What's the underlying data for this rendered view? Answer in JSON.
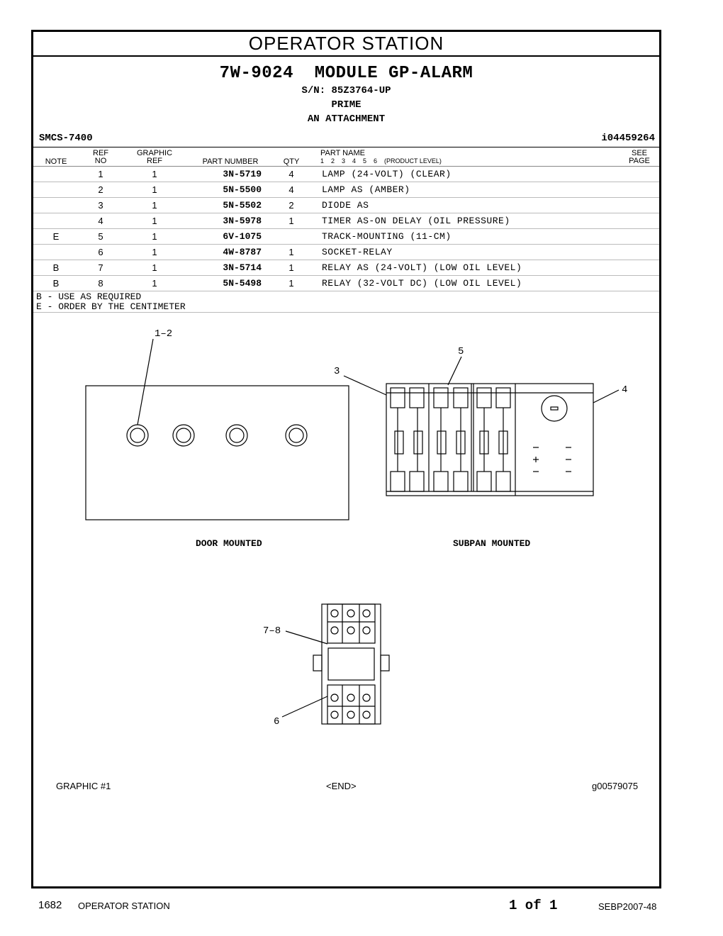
{
  "header": {
    "section_title": "OPERATOR STATION",
    "module_title": "7W-9024  MODULE GP-ALARM",
    "serial": "S/N: 85Z3764-UP",
    "prime": "PRIME",
    "attachment": "AN ATTACHMENT",
    "smcs": "SMCS-7400",
    "ident": "i04459264"
  },
  "table": {
    "col_note": "NOTE",
    "col_ref_top": "REF",
    "col_ref_bottom": "NO",
    "col_graphic_top": "GRAPHIC",
    "col_graphic_bottom": "REF",
    "col_part_number": "PART NUMBER",
    "col_qty": "QTY",
    "col_part_name": "PART NAME",
    "col_levels": "1    2    3    4    5    6    (PRODUCT LEVEL)",
    "col_see_top": "SEE",
    "col_see_bottom": "PAGE",
    "rows": [
      {
        "note": "",
        "ref": "1",
        "graphic": "1",
        "part": "3N-5719",
        "qty": "4",
        "name": "LAMP (24-VOLT) (CLEAR)"
      },
      {
        "note": "",
        "ref": "2",
        "graphic": "1",
        "part": "5N-5500",
        "qty": "4",
        "name": "LAMP AS (AMBER)"
      },
      {
        "note": "",
        "ref": "3",
        "graphic": "1",
        "part": "5N-5502",
        "qty": "2",
        "name": "DIODE AS"
      },
      {
        "note": "",
        "ref": "4",
        "graphic": "1",
        "part": "3N-5978",
        "qty": "1",
        "name": "TIMER AS-ON DELAY (OIL PRESSURE)"
      },
      {
        "note": "E",
        "ref": "5",
        "graphic": "1",
        "part": "6V-1075",
        "qty": "",
        "name": "TRACK-MOUNTING (11-CM)"
      },
      {
        "note": "",
        "ref": "6",
        "graphic": "1",
        "part": "4W-8787",
        "qty": "1",
        "name": "SOCKET-RELAY"
      },
      {
        "note": "B",
        "ref": "7",
        "graphic": "1",
        "part": "3N-5714",
        "qty": "1",
        "name": "RELAY AS (24-VOLT) (LOW OIL LEVEL)"
      },
      {
        "note": "B",
        "ref": "8",
        "graphic": "1",
        "part": "5N-5498",
        "qty": "1",
        "name": "RELAY (32-VOLT DC) (LOW OIL LEVEL)"
      }
    ]
  },
  "notes": {
    "b": "B - USE AS REQUIRED",
    "e": "E - ORDER BY THE CENTIMETER"
  },
  "graphic": {
    "callout_1_2": "1–2",
    "callout_3": "3",
    "callout_4": "4",
    "callout_5": "5",
    "callout_6": "6",
    "callout_7_8": "7–8",
    "door_label": "DOOR MOUNTED",
    "subpan_label": "SUBPAN MOUNTED",
    "graphic_number": "GRAPHIC #1",
    "end_marker": "<END>",
    "graphic_id": "g00579075"
  },
  "footer": {
    "page_number": "1682",
    "section": "OPERATOR STATION",
    "page_of": "1 of 1",
    "doc_id": "SEBP2007-48"
  }
}
